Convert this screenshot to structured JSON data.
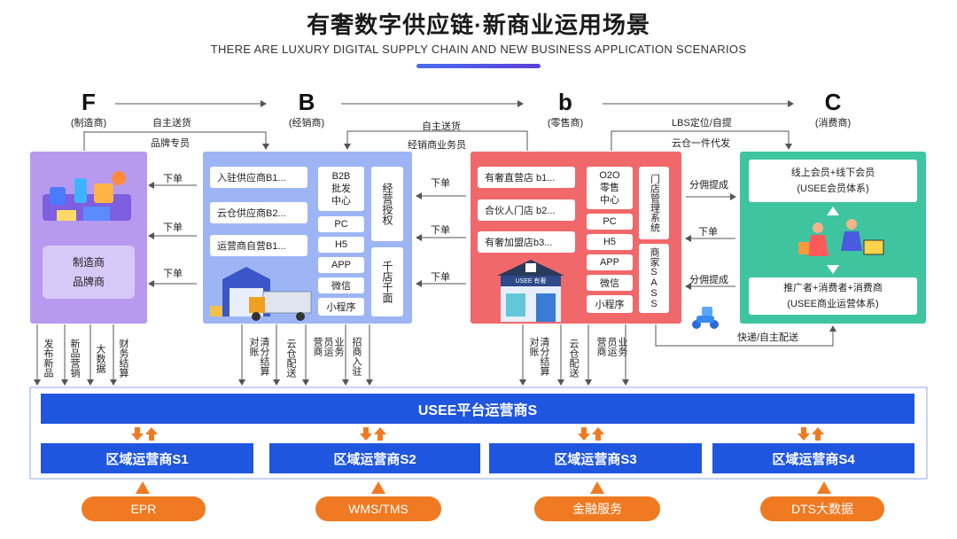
{
  "header": {
    "title": "有奢数字供应链·新商业运用场景",
    "subtitle": "THERE ARE LUXURY DIGITAL SUPPLY CHAIN AND NEW BUSINESS APPLICATION SCENARIOS"
  },
  "actors": [
    {
      "letter": "F",
      "name": "(制造商)"
    },
    {
      "letter": "B",
      "name": "(经销商)"
    },
    {
      "letter": "b",
      "name": "(零售商)"
    },
    {
      "letter": "C",
      "name": "(消费商)"
    }
  ],
  "top_labels": {
    "fb_1": "自主送货",
    "fb_2": "品牌专员",
    "bb_1": "自主送货",
    "bb_2": "经销商业务员",
    "bc_1": "LBS定位/自提",
    "bc_2": "云仓一件代发"
  },
  "manufacturer": {
    "box_line1": "制造商",
    "box_line2": "品牌商"
  },
  "order_label": "下单",
  "distributor": {
    "suppliers": [
      "入驻供应商B1...",
      "云仓供应商B2...",
      "运营商自营B1..."
    ],
    "channels": [
      "B2B\n批发\n中心",
      "PC",
      "H5",
      "APP",
      "微信",
      "小程序"
    ],
    "side_top": "经营授权",
    "side_bottom": "千店千面"
  },
  "retailer": {
    "stores": [
      "有奢直营店 b1...",
      "合伙人门店 b2...",
      "有奢加盟店b3..."
    ],
    "channels": [
      "O2O\n零售\n中心",
      "PC",
      "H5",
      "APP",
      "微信",
      "小程序"
    ],
    "side_top": "门店管理系统",
    "side_bottom": "商家SASS",
    "store_sign": "USEE 有奢"
  },
  "consumer": {
    "top_line1": "线上会员+线下会员",
    "top_line2": "(USEE会员体系)",
    "bottom_line1": "推广者+消费者+消费商",
    "bottom_line2": "(USEE商业运营体系)"
  },
  "mid_labels": {
    "commission_1": "分佣提成",
    "order": "下单",
    "commission_2": "分佣提成",
    "delivery": "快递/自主配送"
  },
  "vertical_labels": {
    "f": [
      "发布新品",
      "新品营销",
      "大数据",
      "财务结算"
    ],
    "b": [
      "清分结算对账",
      "云仓配送",
      "业务员运营商",
      "招商入驻"
    ],
    "r": [
      "清分结算对账",
      "云仓配送",
      "业务员运营商"
    ]
  },
  "platform": {
    "main": "USEE平台运营商S",
    "regions": [
      "区域运营商S1",
      "区域运营商S2",
      "区域运营商S3",
      "区域运营商S4"
    ],
    "services": [
      "EPR",
      "WMS/TMS",
      "金融服务",
      "DTS大数据"
    ]
  },
  "colors": {
    "manufacturer_panel": "#b79af0",
    "distributor_panel": "#9db5f5",
    "retailer_panel": "#f0686a",
    "consumer_panel": "#3fc4a0",
    "platform_blue": "#1f56e0",
    "service_orange": "#f07a22"
  }
}
